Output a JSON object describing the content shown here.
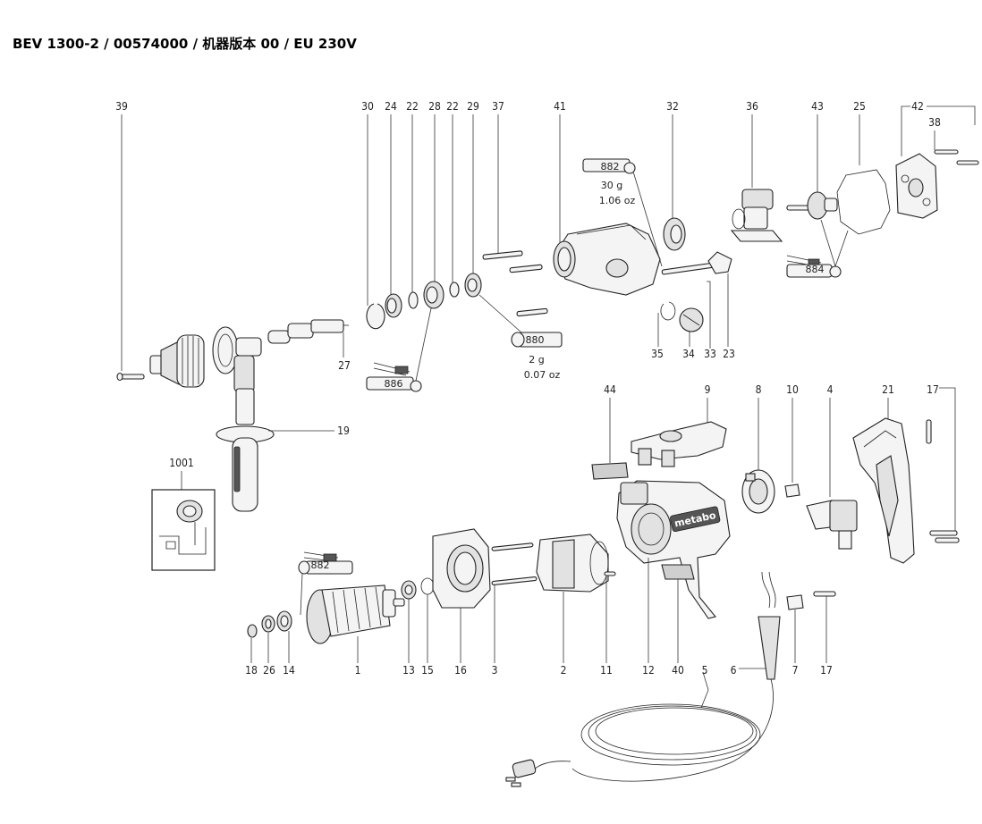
{
  "title": "BEV 1300-2 / 00574000 / 机器版本 00 / EU 230V",
  "part_numbers": {
    "p39": "39",
    "p30": "30",
    "p24": "24",
    "p22a": "22",
    "p28": "28",
    "p22b": "22",
    "p29": "29",
    "p37": "37",
    "p41": "41",
    "p32": "32",
    "p36": "36",
    "p43": "43",
    "p25": "25",
    "p42": "42",
    "p38": "38",
    "p27": "27",
    "p19": "19",
    "p1001": "1001",
    "p35": "35",
    "p34": "34",
    "p33": "33",
    "p23": "23",
    "p44": "44",
    "p9": "9",
    "p8": "8",
    "p10": "10",
    "p4": "4",
    "p21": "21",
    "p17a": "17",
    "p18": "18",
    "p26": "26",
    "p14": "14",
    "p1": "1",
    "p13": "13",
    "p15": "15",
    "p16": "16",
    "p3": "3",
    "p2": "2",
    "p11": "11",
    "p12": "12",
    "p40": "40",
    "p5": "5",
    "p6": "6",
    "p7": "7",
    "p17b": "17"
  },
  "lubricants": {
    "l882a": "882",
    "l882a_weight": "30 g",
    "l882a_weight_oz": "1.06 oz",
    "l880": "880",
    "l880_weight": "2 g",
    "l880_weight_oz": "0.07 oz",
    "l886": "886",
    "l884": "884",
    "l882b": "882"
  },
  "brand_label": "metabo"
}
